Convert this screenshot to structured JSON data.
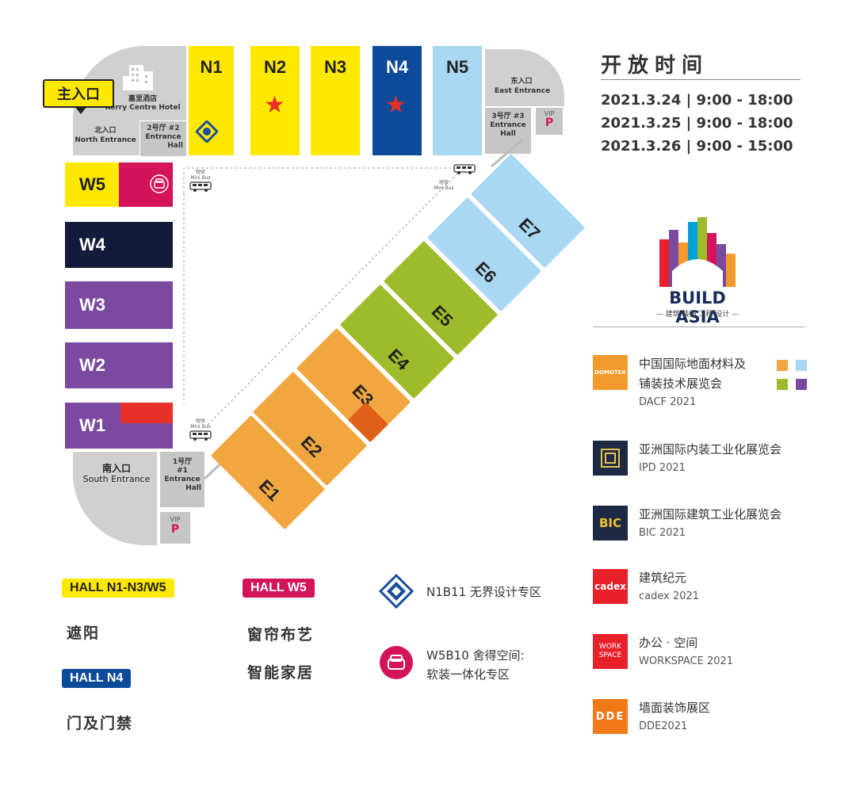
{
  "hours": {
    "title": "开放时间",
    "rows": [
      {
        "date": "2021.3.24",
        "time": "9:00 - 18:00"
      },
      {
        "date": "2021.3.25",
        "time": "9:00 - 18:00"
      },
      {
        "date": "2021.3.26",
        "time": "9:00 - 15:00"
      }
    ]
  },
  "brand": {
    "name": "BUILD ASIA",
    "tagline": "— 建筑 装饰 工程 设计 —"
  },
  "map": {
    "main_entrance": "主入口",
    "hotel_cn": "嘉里酒店",
    "hotel_en": "Kerry Centre Hotel",
    "north_entrance_cn": "北入口",
    "north_entrance_en": "North Entrance",
    "hall2_cn": "2号厅 #2",
    "hall2_en1": "Entrance",
    "hall2_en2": "Hall",
    "east_entrance_cn": "东入口",
    "east_entrance_en": "East Entrance",
    "hall3_cn": "3号厅 #3",
    "hall3_en1": "Entrance",
    "hall3_en2": "Hall",
    "south_entrance_cn": "南入口",
    "south_entrance_en": "South Entrance",
    "hall1_cn": "1号厅",
    "hall1_num": "#1",
    "hall1_en1": "Entrance",
    "hall1_en2": "Hall",
    "vip": "VIP",
    "parking": "P",
    "minibus_cn": "短驳",
    "minibus_en": "Mini Bus",
    "north_halls": [
      {
        "label": "N1",
        "color": "#ffe800"
      },
      {
        "label": "N2",
        "color": "#ffe800"
      },
      {
        "label": "N3",
        "color": "#ffe800"
      },
      {
        "label": "N4",
        "color": "#0d4a9a"
      },
      {
        "label": "N5",
        "color": "#a8d8f2"
      }
    ],
    "west_halls": [
      {
        "label": "W5",
        "color": "#ffe800"
      },
      {
        "label": "W4",
        "color": "#141a3a"
      },
      {
        "label": "W3",
        "color": "#7b4aa0"
      },
      {
        "label": "W2",
        "color": "#7b4aa0"
      },
      {
        "label": "W1",
        "color": "#7b4aa0"
      }
    ],
    "east_halls": [
      {
        "label": "E1",
        "color": "#f2a640"
      },
      {
        "label": "E2",
        "color": "#f2a640"
      },
      {
        "label": "E3",
        "color": "#f2a640"
      },
      {
        "label": "E4",
        "color": "#9dbb2a"
      },
      {
        "label": "E5",
        "color": "#9dbb2a"
      },
      {
        "label": "E6",
        "color": "#a8d8f2"
      },
      {
        "label": "E7",
        "color": "#a8d8f2"
      }
    ]
  },
  "legend_left": {
    "tag1": "HALL N1-N3/W5",
    "tag1_item": "遮阳",
    "tag2": "HALL N4",
    "tag2_item": "门及门禁",
    "tag3": "HALL W5",
    "tag3_item1": "窗帘布艺",
    "tag3_item2": "智能家居",
    "zone1": "N1B11 无界设计专区",
    "zone2_line1": "W5B10 舍得空间:",
    "zone2_line2": "软装一体化专区"
  },
  "exhibitions": [
    {
      "cn1": "中国国际地面材料及",
      "cn2": "铺装技术展览会",
      "en": "DACF 2021",
      "logo": "DOMOTEX",
      "logo_color": "#f29a2e"
    },
    {
      "cn1": "亚洲国际内装工业化展览会",
      "cn2": "",
      "en": "IPD 2021",
      "logo": "ipd-logo",
      "logo_color": "#1e2a44"
    },
    {
      "cn1": "亚洲国际建筑工业化展览会",
      "cn2": "",
      "en": "BIC 2021",
      "logo": "BIC",
      "logo_color": "#1e2a44"
    },
    {
      "cn1": "建筑纪元",
      "cn2": "",
      "en": "cadex 2021",
      "logo": "cadex",
      "logo_color": "#e8202a"
    },
    {
      "cn1": "办公 · 空间",
      "cn2": "",
      "en": "WORKSPACE 2021",
      "logo": "WORK SPACE",
      "logo_color": "#e8202a"
    },
    {
      "cn1": "墙面装饰展区",
      "cn2": "",
      "en": "DDE2021",
      "logo": "DDE",
      "logo_color": "#f07a18"
    }
  ],
  "colors": {
    "yellow": "#ffe800",
    "navy": "#0d4a9a",
    "lightblue": "#a8d8f2",
    "purple": "#7b4aa0",
    "orange": "#f2a640",
    "green": "#9dbb2a",
    "magenta": "#d4145a",
    "red": "#e8302a",
    "gray": "#d0d0d0"
  }
}
